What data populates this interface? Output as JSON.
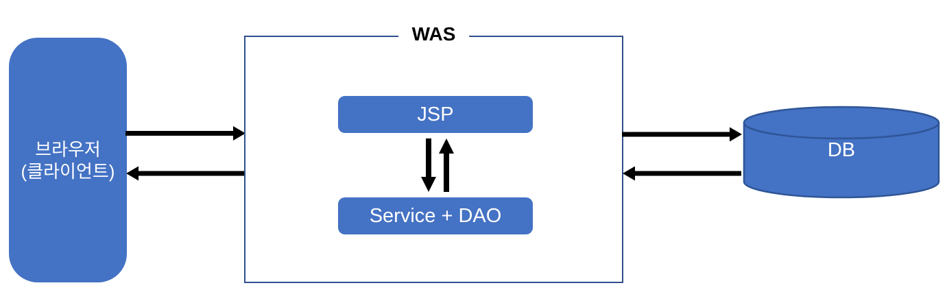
{
  "diagram": {
    "browser": {
      "line1": "브라우저",
      "line2": "(클라이언트)"
    },
    "was": {
      "title": "WAS",
      "jsp_label": "JSP",
      "service_dao_label": "Service + DAO"
    },
    "db": {
      "label": "DB"
    },
    "colors": {
      "node_fill": "#4472C4",
      "was_border": "#2F4E8C",
      "db_border": "#2F5597",
      "arrow": "#000000",
      "node_text": "#FFFFFF",
      "title_text": "#000000"
    }
  }
}
